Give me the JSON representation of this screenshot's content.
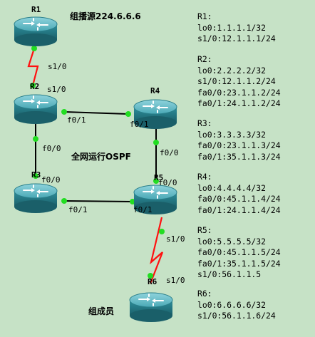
{
  "title": "组播源224.6.6.6",
  "center_note": "全网运行OSPF",
  "member_note": "组成员",
  "colors": {
    "background": "#c6e2c6",
    "router_body": "#2e8f9c",
    "serial_link": "#ff1010",
    "ethernet_link": "#000000",
    "port_dot": "#22dd22"
  },
  "routers": [
    {
      "name": "R1",
      "icon": "router-icon"
    },
    {
      "name": "R2",
      "icon": "router-icon"
    },
    {
      "name": "R3",
      "icon": "router-icon"
    },
    {
      "name": "R4",
      "icon": "router-icon"
    },
    {
      "name": "R5",
      "icon": "router-icon"
    },
    {
      "name": "R6",
      "icon": "router-icon"
    }
  ],
  "port_labels": {
    "r1_r2_top": "s1/0",
    "r1_r2_bottom": "s1/0",
    "r2_r4_left": "f0/1",
    "r2_r4_right": "f0/1",
    "r2_r3_top": "f0/0",
    "r2_r3_bottom": "f0/0",
    "r4_r5_top": "f0/0",
    "r4_r5_bottom": "f0/0",
    "r3_r5_left": "f0/1",
    "r3_r5_right": "f0/1",
    "r5_r6_top": "s1/0",
    "r5_r6_bottom": "s1/0"
  },
  "configs": [
    {
      "router": "R1:",
      "lines": [
        "lo0:1.1.1.1/32",
        "s1/0:12.1.1.1/24"
      ]
    },
    {
      "router": "R2:",
      "lines": [
        "lo0:2.2.2.2/32",
        "s1/0:12.1.1.2/24",
        "fa0/0:23.1.1.2/24",
        "fa0/1:24.1.1.2/24"
      ]
    },
    {
      "router": "R3:",
      "lines": [
        "lo0:3.3.3.3/32",
        "fa0/0:23.1.1.3/24",
        "fa0/1:35.1.1.3/24"
      ]
    },
    {
      "router": "R4:",
      "lines": [
        "lo0:4.4.4.4/32",
        "fa0/0:45.1.1.4/24",
        "fa0/1:24.1.1.4/24"
      ]
    },
    {
      "router": "R5:",
      "lines": [
        "lo0:5.5.5.5/32",
        "fa0/0:45.1.1.5/24",
        "fa0/1:35.1.1.5/24",
        "s1/0:56.1.1.5"
      ]
    },
    {
      "router": "R6:",
      "lines": [
        "lo0:6.6.6.6/32",
        "s1/0:56.1.1.6/24"
      ]
    }
  ]
}
